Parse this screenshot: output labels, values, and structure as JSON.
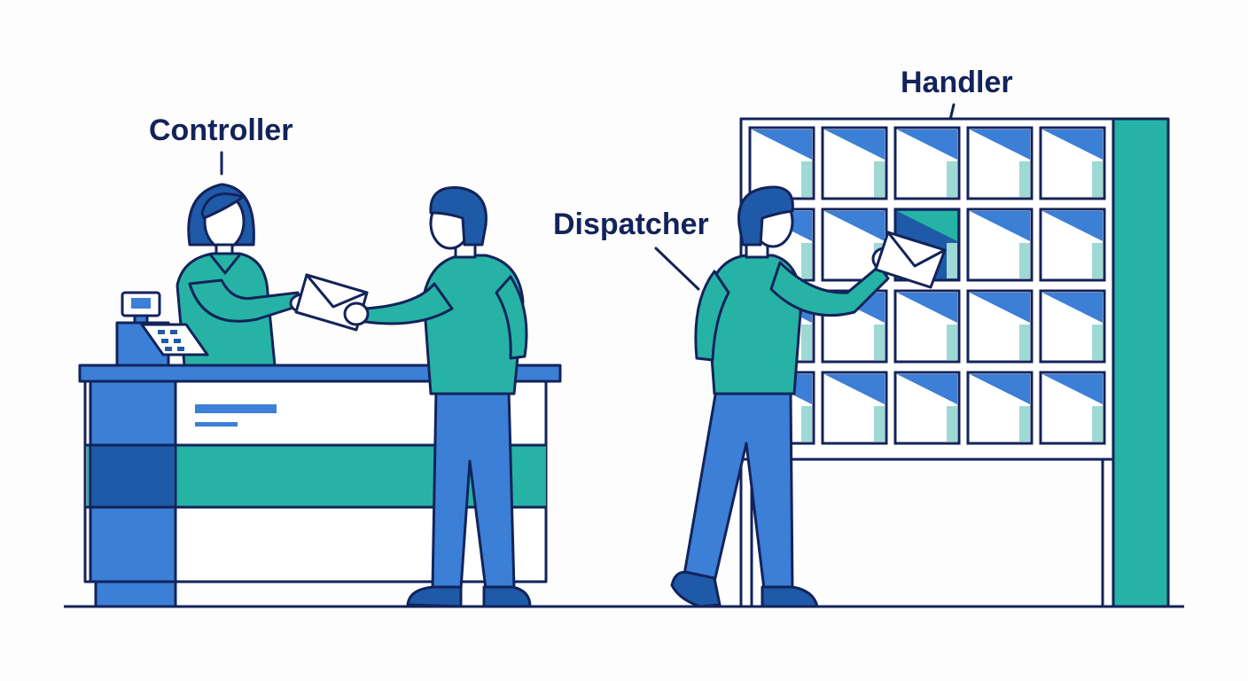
{
  "labels": {
    "controller": "Controller",
    "dispatcher": "Dispatcher",
    "handler": "Handler"
  },
  "colors": {
    "ink": "#13235a",
    "teal": "#26b3a5",
    "blue": "#3b7fd6",
    "dark_blue": "#1e5aa8",
    "light_teal": "#9ed9d3",
    "background": "#fdfdfd"
  }
}
